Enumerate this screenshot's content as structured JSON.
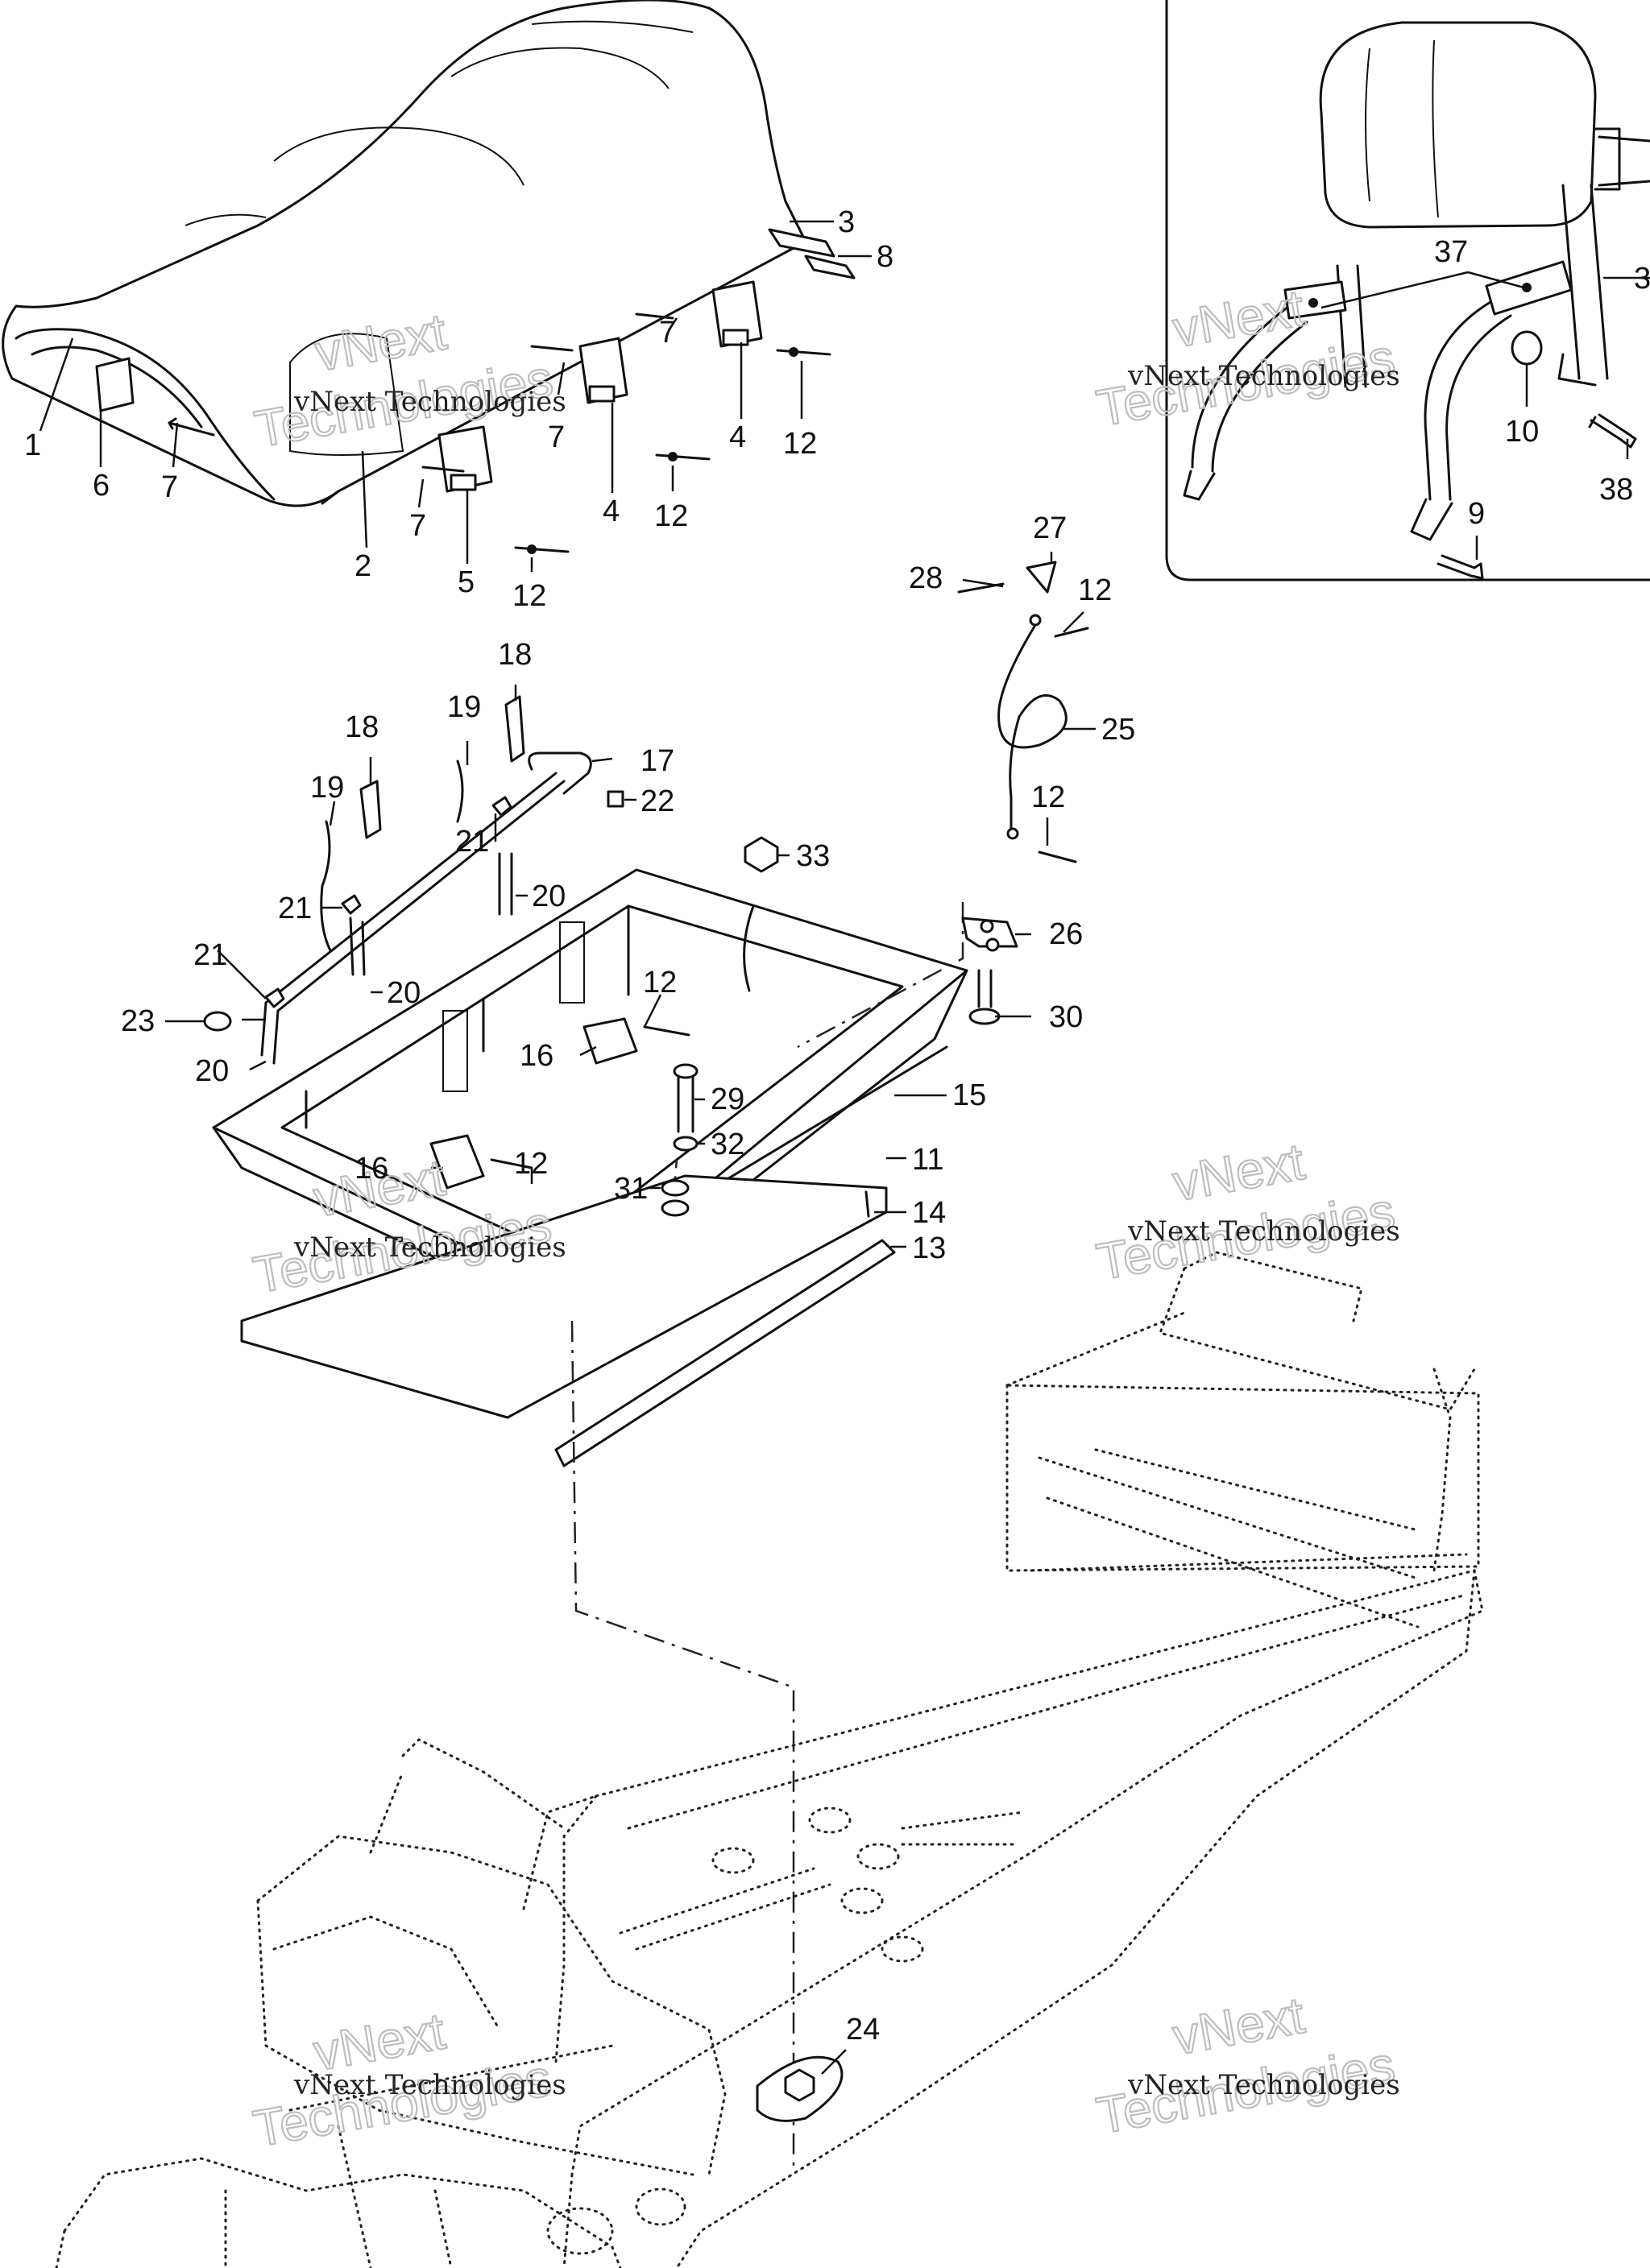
{
  "watermark": {
    "line1": "vNext Technologies",
    "line2a": "vNext",
    "line2b": "Technologies"
  },
  "callouts": [
    {
      "id": "c1",
      "label": "1"
    },
    {
      "id": "c2",
      "label": "2"
    },
    {
      "id": "c3a",
      "label": "3"
    },
    {
      "id": "c3b",
      "label": "3"
    },
    {
      "id": "c4a",
      "label": "4"
    },
    {
      "id": "c4b",
      "label": "4"
    },
    {
      "id": "c5",
      "label": "5"
    },
    {
      "id": "c6",
      "label": "6"
    },
    {
      "id": "c7a",
      "label": "7"
    },
    {
      "id": "c7b",
      "label": "7"
    },
    {
      "id": "c7c",
      "label": "7"
    },
    {
      "id": "c7d",
      "label": "7"
    },
    {
      "id": "c8",
      "label": "8"
    },
    {
      "id": "c9",
      "label": "9"
    },
    {
      "id": "c10",
      "label": "10"
    },
    {
      "id": "c11",
      "label": "11"
    },
    {
      "id": "c12a",
      "label": "12"
    },
    {
      "id": "c12b",
      "label": "12"
    },
    {
      "id": "c12c",
      "label": "12"
    },
    {
      "id": "c12d",
      "label": "12"
    },
    {
      "id": "c12e",
      "label": "12"
    },
    {
      "id": "c12f",
      "label": "12"
    },
    {
      "id": "c12g",
      "label": "12"
    },
    {
      "id": "c13",
      "label": "13"
    },
    {
      "id": "c14",
      "label": "14"
    },
    {
      "id": "c15",
      "label": "15"
    },
    {
      "id": "c16a",
      "label": "16"
    },
    {
      "id": "c16b",
      "label": "16"
    },
    {
      "id": "c17",
      "label": "17"
    },
    {
      "id": "c18a",
      "label": "18"
    },
    {
      "id": "c18b",
      "label": "18"
    },
    {
      "id": "c19a",
      "label": "19"
    },
    {
      "id": "c19b",
      "label": "19"
    },
    {
      "id": "c20a",
      "label": "20"
    },
    {
      "id": "c20b",
      "label": "20"
    },
    {
      "id": "c20c",
      "label": "20"
    },
    {
      "id": "c21a",
      "label": "21"
    },
    {
      "id": "c21b",
      "label": "21"
    },
    {
      "id": "c21c",
      "label": "21"
    },
    {
      "id": "c22",
      "label": "22"
    },
    {
      "id": "c23",
      "label": "23"
    },
    {
      "id": "c24",
      "label": "24"
    },
    {
      "id": "c25",
      "label": "25"
    },
    {
      "id": "c26",
      "label": "26"
    },
    {
      "id": "c27",
      "label": "27"
    },
    {
      "id": "c28",
      "label": "28"
    },
    {
      "id": "c29",
      "label": "29"
    },
    {
      "id": "c30",
      "label": "30"
    },
    {
      "id": "c31",
      "label": "31"
    },
    {
      "id": "c32",
      "label": "32"
    },
    {
      "id": "c33",
      "label": "33"
    },
    {
      "id": "c37",
      "label": "37"
    },
    {
      "id": "c38",
      "label": "38"
    }
  ]
}
